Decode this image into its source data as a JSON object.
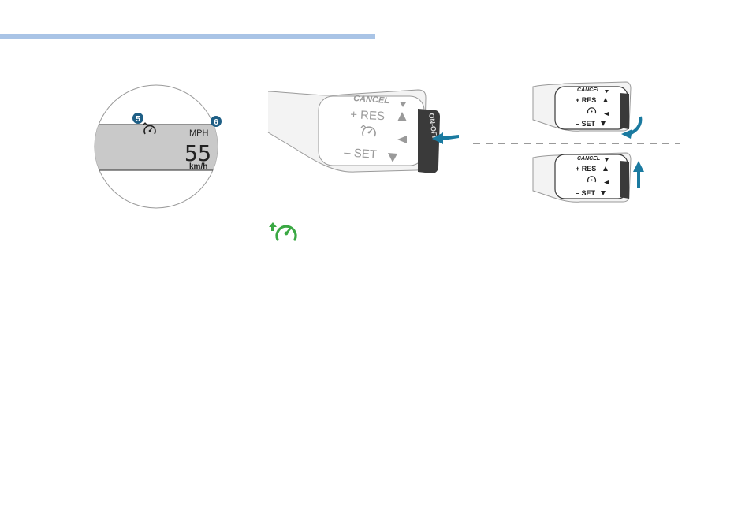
{
  "colors": {
    "rule": "#a9c4e6",
    "callout": "#1f5f86",
    "arrow": "#1a7aa0",
    "indicator_green": "#3aa843",
    "display_bg": "#c9c9c9"
  },
  "display": {
    "callout_5": "5",
    "callout_6": "6",
    "unit_top": "MPH",
    "speed": "55",
    "unit_bottom": "km/h"
  },
  "lever_main": {
    "cancel": "CANCEL",
    "res": "+ RES",
    "set": "– SET",
    "onoff": "ON-OFF"
  },
  "lever_small_top": {
    "cancel": "CANCEL",
    "res": "+ RES",
    "set": "– SET"
  },
  "lever_small_bottom": {
    "cancel": "CANCEL",
    "res": "+ RES",
    "set": "– SET"
  },
  "icons": {
    "display_indicator": "cruise-control-icon",
    "lever_indicator": "cruise-control-icon",
    "bottom_indicator": "cruise-control-active-icon"
  }
}
